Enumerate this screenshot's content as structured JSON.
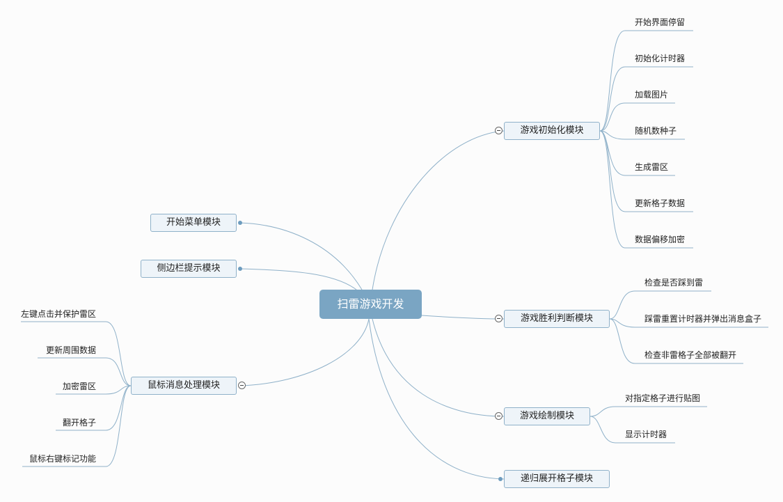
{
  "colors": {
    "line": "#8fb1c9",
    "root_bg": "#7aa5c3",
    "node_bg": "#eef4f9"
  },
  "root": {
    "label": "扫雷游戏开发"
  },
  "branches": {
    "init": {
      "label": "游戏初始化模块",
      "children": [
        "开始界面停留",
        "初始化计时器",
        "加载图片",
        "随机数种子",
        "生成雷区",
        "更新格子数据",
        "数据偏移加密"
      ]
    },
    "win": {
      "label": "游戏胜利判断模块",
      "children": [
        "检查是否踩到雷",
        "踩雷重置计时器并弹出消息盒子",
        "检查非雷格子全部被翻开"
      ]
    },
    "draw": {
      "label": "游戏绘制模块",
      "children": [
        "对指定格子进行贴图",
        "显示计时器"
      ]
    },
    "recursive": {
      "label": "递归展开格子模块"
    },
    "start_menu": {
      "label": "开始菜单模块"
    },
    "sidebar": {
      "label": "侧边栏提示模块"
    },
    "mouse": {
      "label": "鼠标消息处理模块",
      "children": [
        "左键点击并保护雷区",
        "更新周围数据",
        "加密雷区",
        "翻开格子",
        "鼠标右键标记功能"
      ]
    }
  }
}
